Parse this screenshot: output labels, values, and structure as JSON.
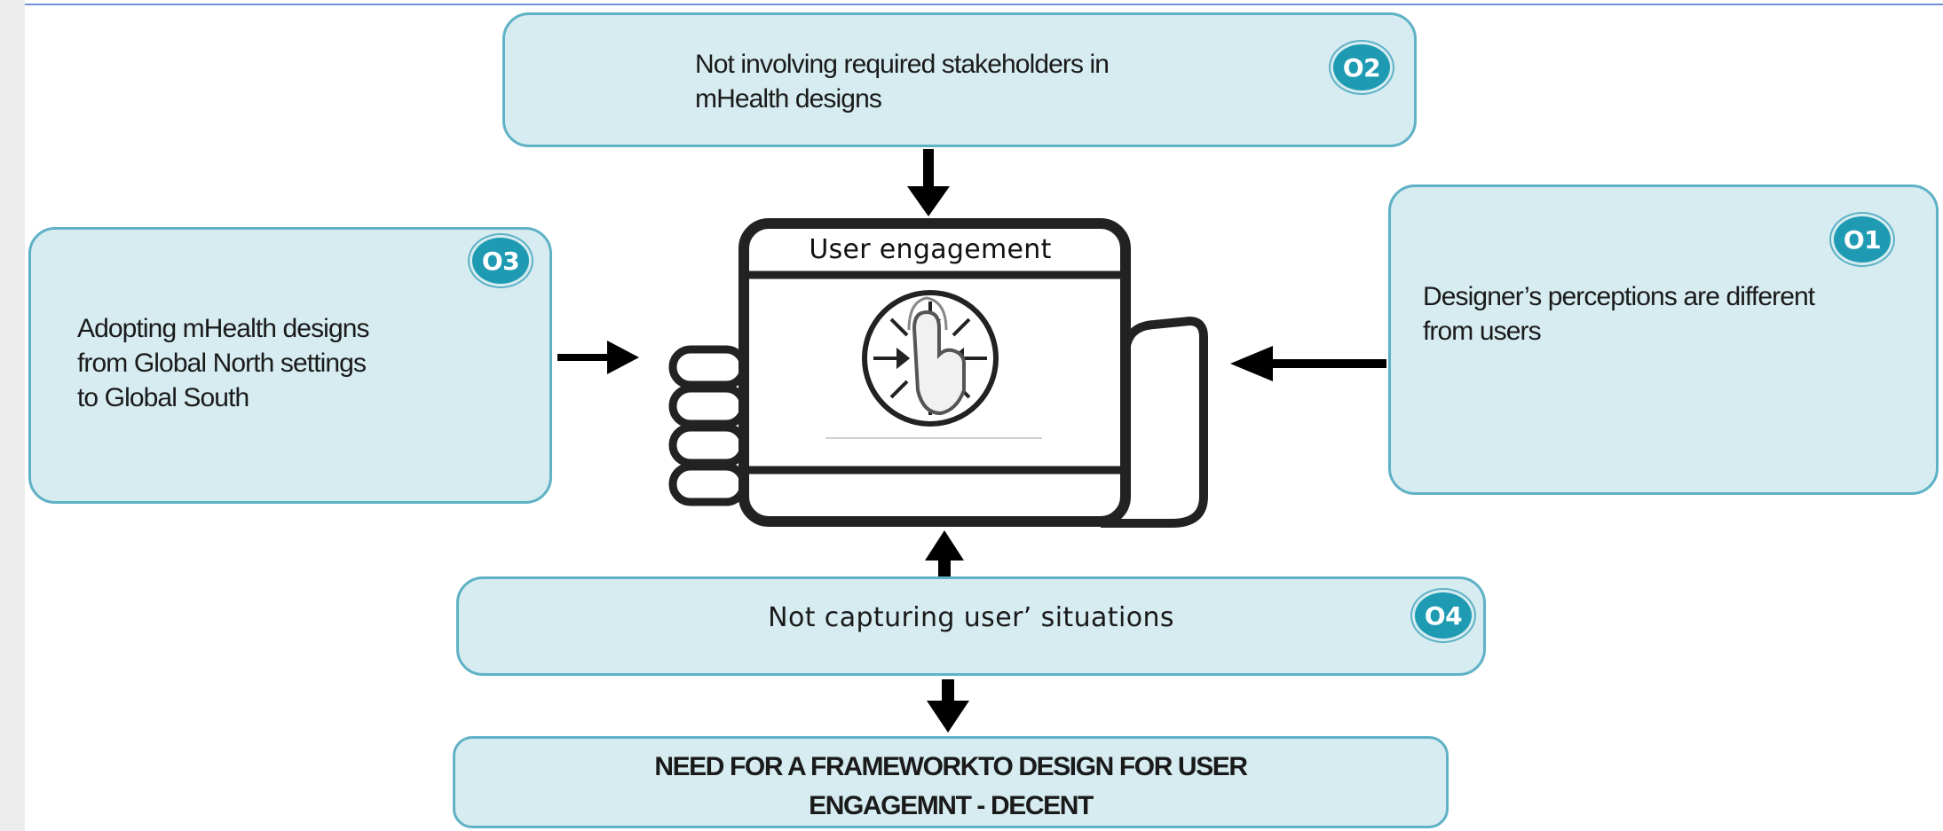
{
  "center": {
    "label": "User engagement"
  },
  "boxes": {
    "o2": {
      "badge": "O2",
      "text": "Not involving required stakeholders in\nmHealth designs"
    },
    "o1": {
      "badge": "O1",
      "text": "Designer’s perceptions are different\nfrom users"
    },
    "o3": {
      "badge": "O3",
      "text": "Adopting mHealth designs\nfrom Global North settings\nto Global South"
    },
    "o4": {
      "badge": "O4",
      "text": "Not capturing user’ situations"
    }
  },
  "conclusion": {
    "text": "NEED FOR A FRAMEWORKTO DESIGN FOR USER\nENGAGEMNT - DECENT"
  },
  "colors": {
    "box_fill": "#d6ecf1",
    "box_border": "#5fb1c6",
    "badge": "#1e9bb3",
    "arrow": "#000000"
  },
  "icons": {
    "center": "hand-holding-phone-with-touch-gesture-icon"
  }
}
